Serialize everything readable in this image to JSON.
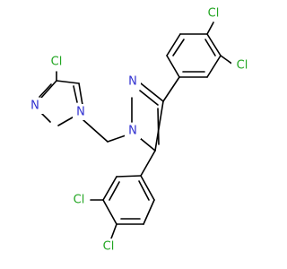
{
  "molecule": {
    "labels": {
      "cl_pyrazole": "Cl",
      "n_pyrazole_1": "N",
      "n_pyrazole_2": "N",
      "n_core_1": "N",
      "n_core_2": "N",
      "cl_upper_1": "Cl",
      "cl_upper_2": "Cl",
      "cl_lower_1": "Cl",
      "cl_lower_2": "Cl"
    },
    "colors": {
      "chlorine": "#22a622",
      "nitrogen": "#3030d0",
      "bond": "#000000"
    }
  }
}
